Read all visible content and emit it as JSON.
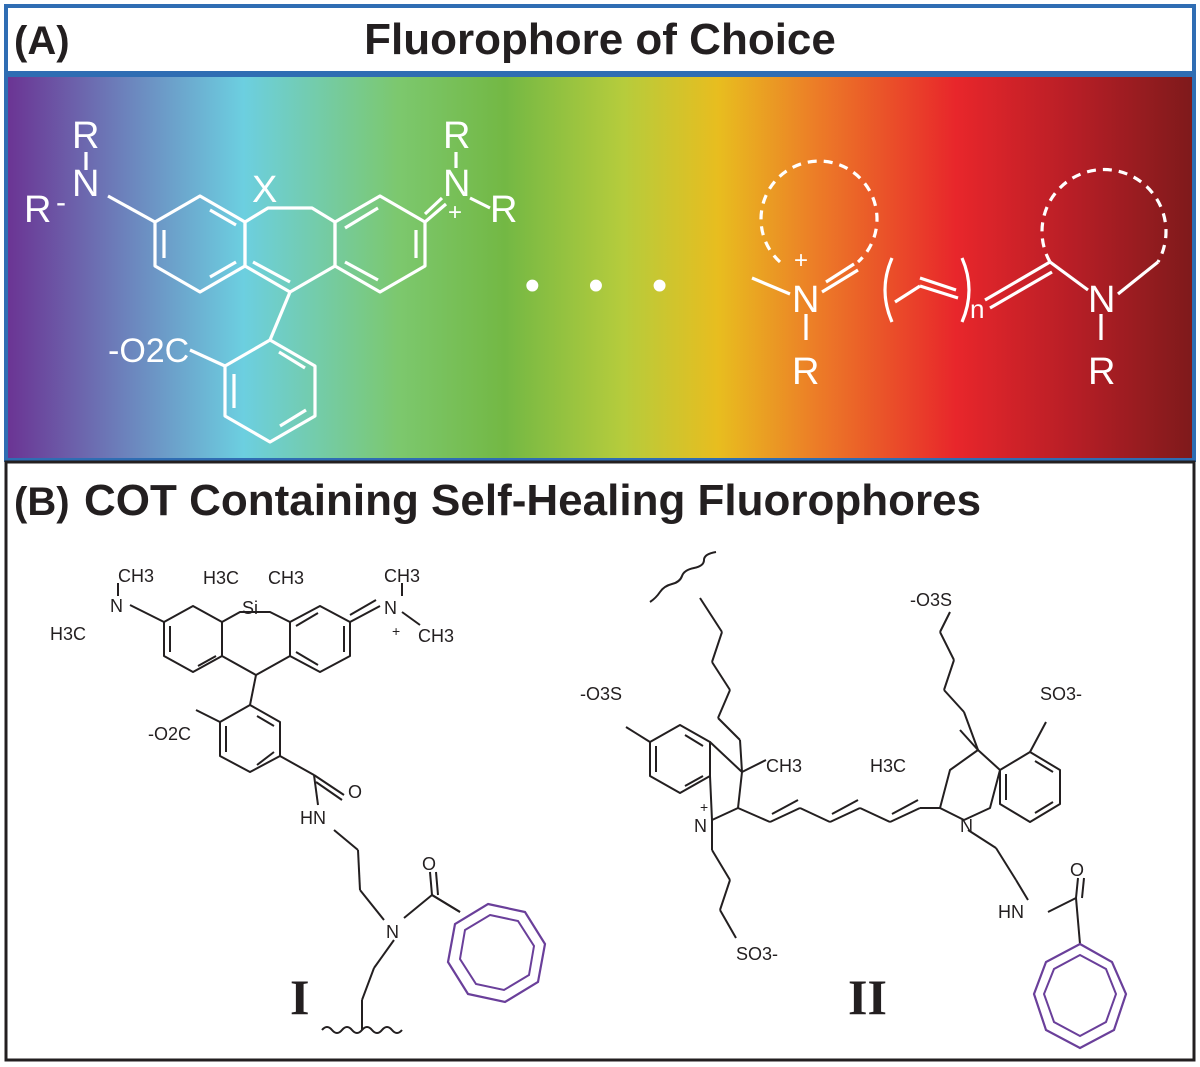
{
  "panel_a": {
    "letter": "(A)",
    "title": "Fluorophore of Choice",
    "ellipsis": "• • •",
    "rhodamine": {
      "left_r_top": "R",
      "left_n": "N",
      "left_r": "R",
      "left_dash": "-",
      "bridge_x": "X",
      "right_r_top": "R",
      "right_n": "N",
      "right_plus": "+",
      "right_r": "R",
      "carboxylate": "-O2C"
    },
    "cyanine": {
      "left_plus": "+",
      "left_n": "N",
      "left_r": "R",
      "subscript_n": "n",
      "right_n": "N",
      "right_r": "R"
    },
    "spectrum_colors": [
      "#6b3393",
      "#6c82bc",
      "#6ccfe0",
      "#7cc86e",
      "#73b844",
      "#b6cc3c",
      "#e8bd1f",
      "#ec7e27",
      "#e8262b",
      "#b61e26",
      "#7e1a1b"
    ]
  },
  "panel_b": {
    "letter": "(B)",
    "title": "COT Containing Self-Healing Fluorophores",
    "compound_i": {
      "numeral": "I",
      "ch3_a": "CH3",
      "ch3_b": "CH3",
      "h3c_a": "H3C",
      "n_left": "N",
      "si_h3c": "H3C",
      "si_ch3": "CH3",
      "si": "Si",
      "n_right": "N",
      "plus": "+",
      "ch3_c": "CH3",
      "ch3_d": "CH3",
      "carboxylate": "-O2C",
      "o_amide": "O",
      "hn": "HN",
      "n_tertiary": "N",
      "o_cot": "O"
    },
    "compound_ii": {
      "numeral": "II",
      "so3_top": "-O3S",
      "so3_left": "-O3S",
      "so3_right": "SO3-",
      "ch3_left": "CH3",
      "h3c_right": "H3C",
      "n_plus": "N",
      "plus": "+",
      "n_right": "N",
      "so3_bottom": "SO3-",
      "hn": "HN",
      "o_amide": "O"
    },
    "cot_color": "#6a3f9a"
  },
  "colors": {
    "frame_blue": "#2f6db3",
    "ink": "#231f20"
  }
}
